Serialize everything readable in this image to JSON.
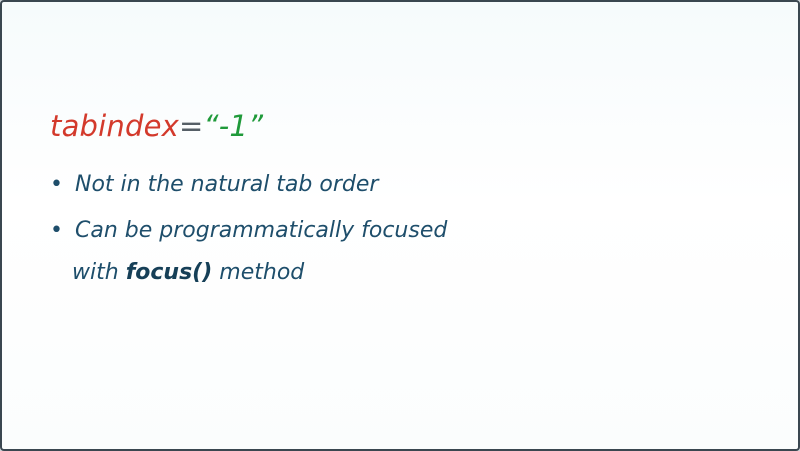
{
  "heading": {
    "attribute": "tabindex",
    "equals": "=",
    "value": "“-1”"
  },
  "bullets": [
    {
      "marker": "•",
      "text": "Not in the natural tab order"
    },
    {
      "marker": "•",
      "text": "Can be programmatically focused",
      "continuation": {
        "before": "with",
        "code": "focus()",
        "after": "method"
      }
    }
  ],
  "colors": {
    "attribute": "#d33a2c",
    "value": "#1f9a3a",
    "text": "#1e4e6b"
  }
}
